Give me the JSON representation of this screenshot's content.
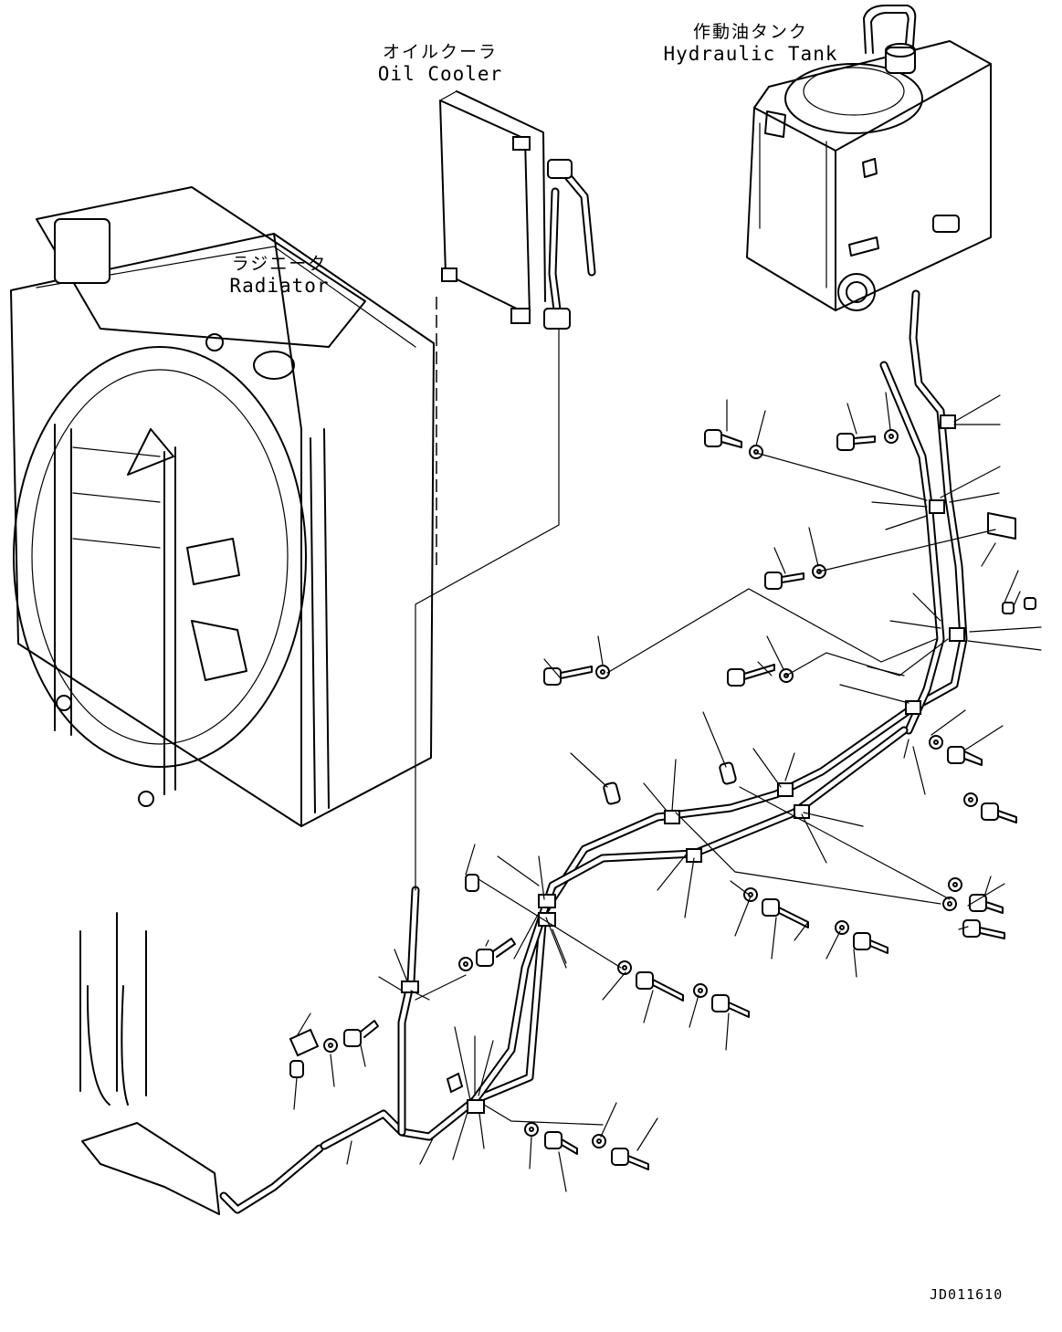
{
  "labels": {
    "hydraulic_tank_jp": "作動油タンク",
    "hydraulic_tank_en": "Hydraulic Tank",
    "oil_cooler_jp": "オイルクーラ",
    "oil_cooler_en": "Oil Cooler",
    "radiator_jp": "ラジエータ",
    "radiator_en": "Radiator"
  },
  "drawing_id": "JD011610"
}
